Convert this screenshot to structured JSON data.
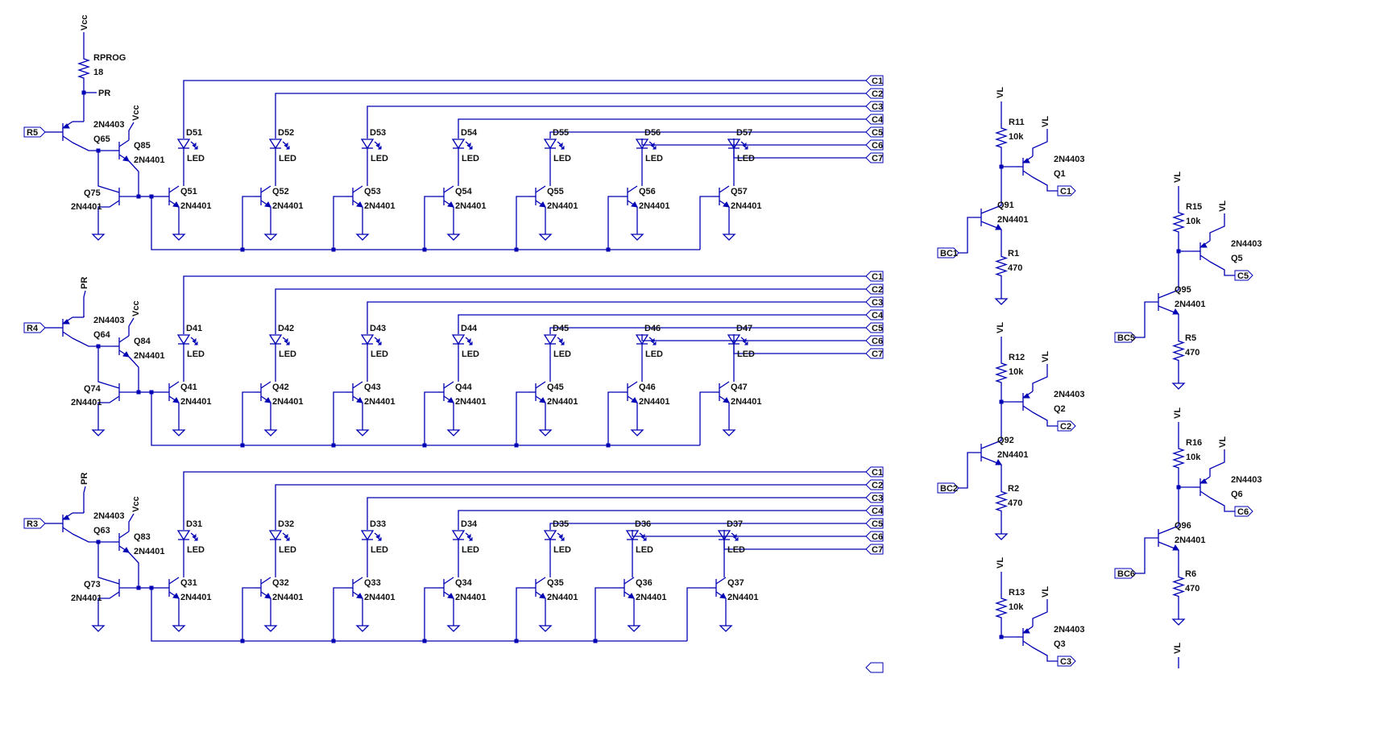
{
  "colors": {
    "wire": "#0000b4",
    "text": "#111111",
    "background": "#ffffff"
  },
  "power": {
    "vcc": "Vcc",
    "pr": "PR",
    "vl": "VL"
  },
  "rprog": {
    "name": "RPROG",
    "value": "18"
  },
  "led_value": "LED",
  "column_ports": [
    "C1",
    "C2",
    "C3",
    "C4",
    "C5",
    "C6",
    "C7"
  ],
  "rows": [
    {
      "input": "R5",
      "q_in": {
        "name": "Q65",
        "model": "2N4403"
      },
      "q_drv": {
        "name": "Q85",
        "model": "2N4401"
      },
      "q_mir": {
        "name": "Q75",
        "model": "2N4401"
      },
      "leds": [
        "D51",
        "D52",
        "D53",
        "D54",
        "D55",
        "D56",
        "D57"
      ],
      "sinks": [
        "Q51",
        "Q52",
        "Q53",
        "Q54",
        "Q55",
        "Q56",
        "Q57"
      ],
      "sink_model": "2N4401"
    },
    {
      "input": "R4",
      "q_in": {
        "name": "Q64",
        "model": "2N4403"
      },
      "q_drv": {
        "name": "Q84",
        "model": "2N4401"
      },
      "q_mir": {
        "name": "Q74",
        "model": "2N4401"
      },
      "leds": [
        "D41",
        "D42",
        "D43",
        "D44",
        "D45",
        "D46",
        "D47"
      ],
      "sinks": [
        "Q41",
        "Q42",
        "Q43",
        "Q44",
        "Q45",
        "Q46",
        "Q47"
      ],
      "sink_model": "2N4401"
    },
    {
      "input": "R3",
      "q_in": {
        "name": "Q63",
        "model": "2N4403"
      },
      "q_drv": {
        "name": "Q83",
        "model": "2N4401"
      },
      "q_mir": {
        "name": "Q73",
        "model": "2N4401"
      },
      "leds": [
        "D31",
        "D32",
        "D33",
        "D34",
        "D35",
        "D36",
        "D37"
      ],
      "sinks": [
        "Q31",
        "Q32",
        "Q33",
        "Q34",
        "Q35",
        "Q36",
        "Q37"
      ],
      "sink_model": "2N4401"
    }
  ],
  "column_drivers": [
    {
      "r_top": "R11",
      "r_top_val": "10k",
      "q_high": "Q1",
      "q_high_model": "2N4403",
      "q_low": "Q91",
      "q_low_model": "2N4401",
      "r_bot": "R1",
      "r_bot_val": "470",
      "input": "BC1",
      "output": "C1"
    },
    {
      "r_top": "R12",
      "r_top_val": "10k",
      "q_high": "Q2",
      "q_high_model": "2N4403",
      "q_low": "Q92",
      "q_low_model": "2N4401",
      "r_bot": "R2",
      "r_bot_val": "470",
      "input": "BC2",
      "output": "C2"
    },
    {
      "r_top": "R13",
      "r_top_val": "10k",
      "q_high": "Q3",
      "q_high_model": "2N4403",
      "output": "C3"
    },
    {
      "r_top": "R15",
      "r_top_val": "10k",
      "q_high": "Q5",
      "q_high_model": "2N4403",
      "q_low": "Q95",
      "q_low_model": "2N4401",
      "r_bot": "R5",
      "r_bot_val": "470",
      "input": "BC5",
      "output": "C5"
    },
    {
      "r_top": "R16",
      "r_top_val": "10k",
      "q_high": "Q6",
      "q_high_model": "2N4403",
      "q_low": "Q96",
      "q_low_model": "2N4401",
      "r_bot": "R6",
      "r_bot_val": "470",
      "input": "BC6",
      "output": "C6"
    },
    {}
  ]
}
